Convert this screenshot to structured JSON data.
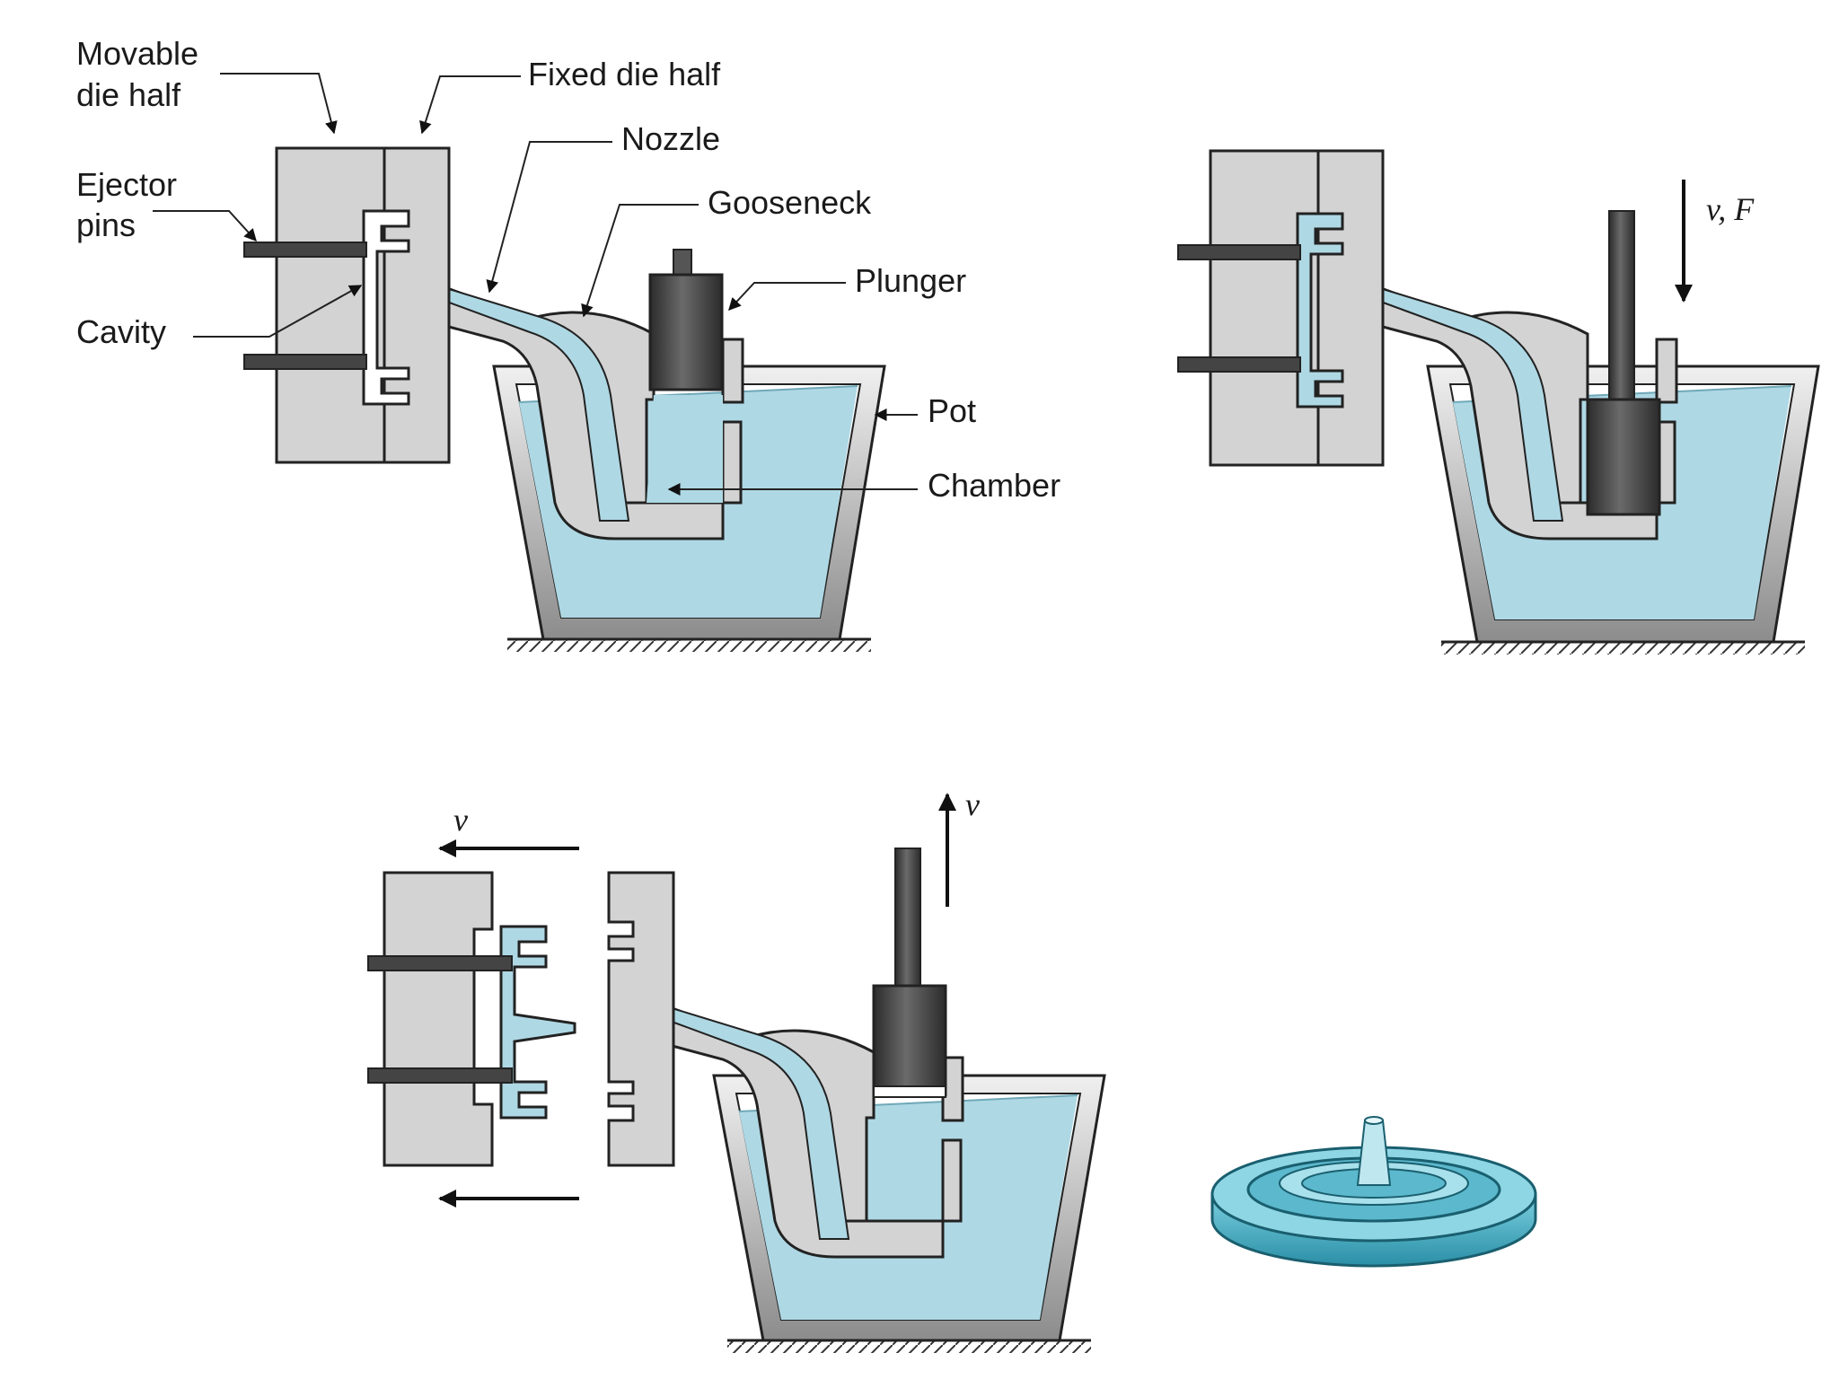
{
  "labels": {
    "movable_die_half_line1": "Movable",
    "movable_die_half_line2": "die half",
    "fixed_die_half": "Fixed die half",
    "nozzle": "Nozzle",
    "gooseneck": "Gooseneck",
    "ejector_pins_line1": "Ejector",
    "ejector_pins_line2": "pins",
    "plunger": "Plunger",
    "cavity": "Cavity",
    "pot": "Pot",
    "chamber": "Chamber"
  },
  "annotations": {
    "stroke_down": "v, F",
    "die_open_velocity": "v",
    "plunger_return_velocity": "v"
  },
  "colors": {
    "metal_gray": "#d3d3d3",
    "metal_dark": "#9a9a9a",
    "plunger_dark": "#3a3a3a",
    "molten_metal": "#aed8e4",
    "casting": "#5cb8cc",
    "outline": "#222222"
  }
}
